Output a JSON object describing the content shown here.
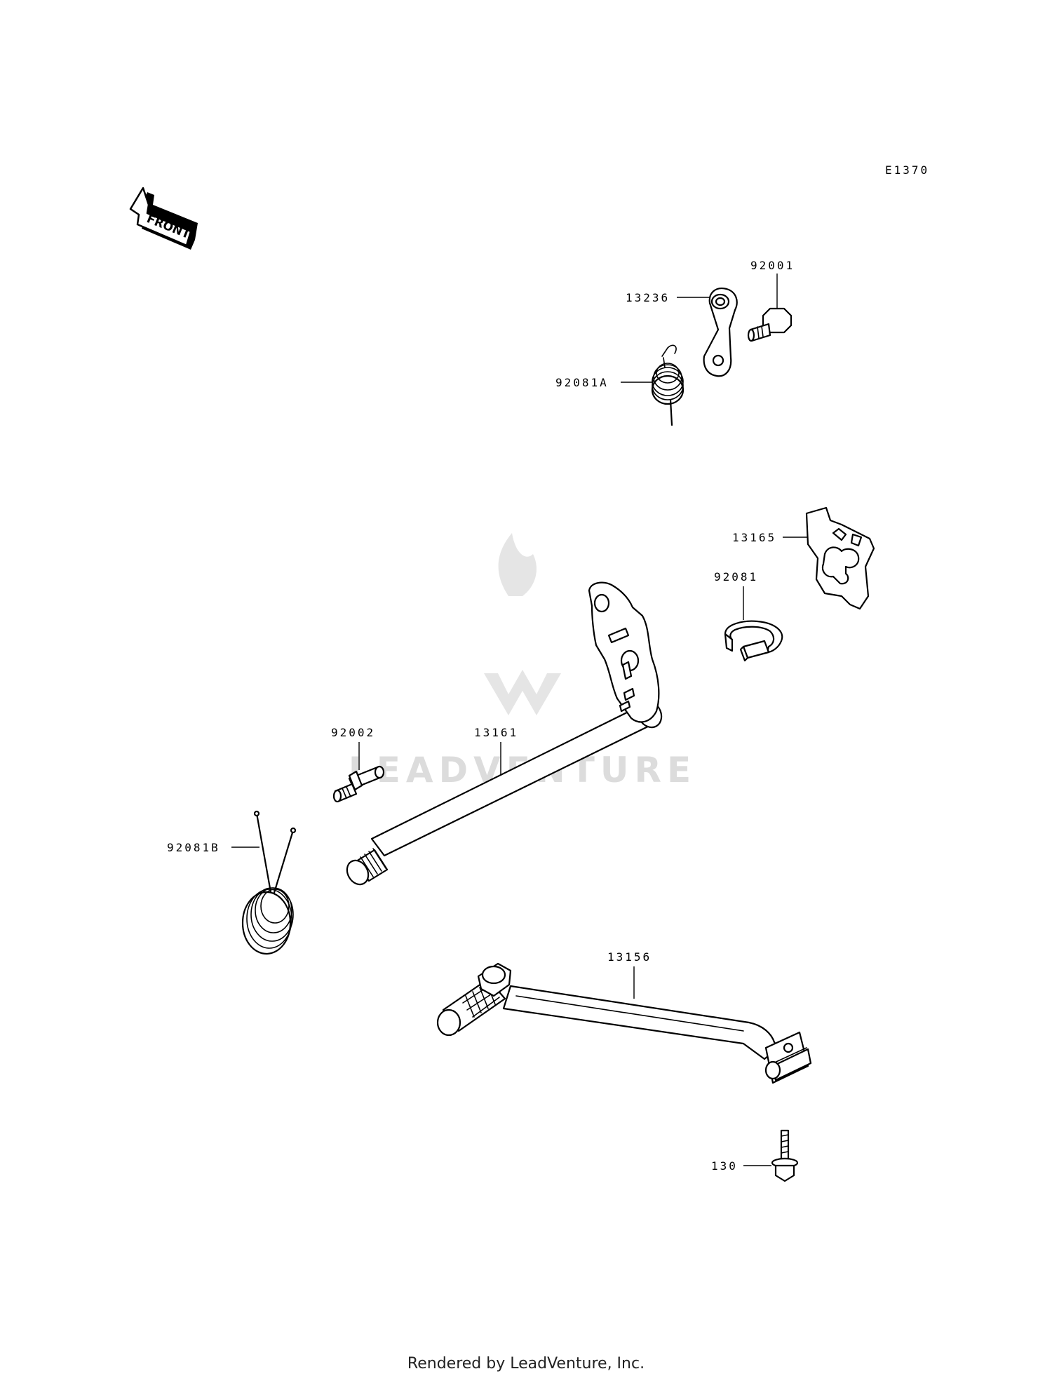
{
  "diagram_code": "E1370",
  "front_label": "FRONT",
  "watermark": "LEADVENTURE",
  "footer": "Rendered by LeadVenture, Inc.",
  "callouts": {
    "p92001": "92001",
    "p13236": "13236",
    "p92081A": "92081A",
    "p13165": "13165",
    "p92081": "92081",
    "p92002": "92002",
    "p13161": "13161",
    "p92081B": "92081B",
    "p13156": "13156",
    "p130": "130"
  }
}
